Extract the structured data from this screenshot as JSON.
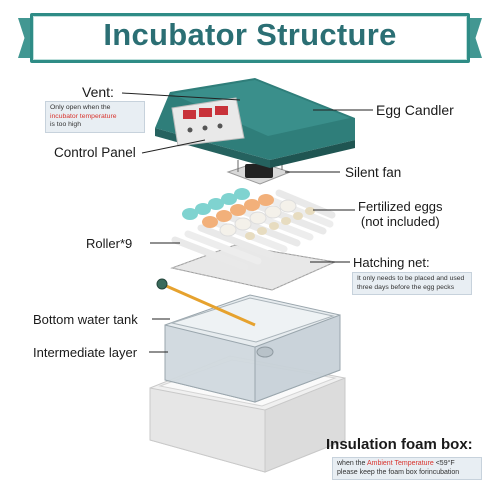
{
  "title": "Incubator Structure",
  "vent": {
    "label": "Vent:",
    "note_prefix": "Only open when the ",
    "note_highlight": "incubator temperature",
    "note_suffix": " is too high"
  },
  "egg_candler": {
    "label": "Egg Candler"
  },
  "control_panel": {
    "label": "Control Panel"
  },
  "silent_fan": {
    "label": "Silent fan"
  },
  "fertilized_eggs": {
    "label_line1": "Fertilized eggs",
    "label_line2": "(not included)"
  },
  "roller": {
    "label": "Roller*9"
  },
  "hatching_net": {
    "label": "Hatching net:",
    "note_line1": "It only needs to be placed and used",
    "note_line2": "three days before the egg pecks"
  },
  "bottom_water_tank": {
    "label": "Bottom water tank"
  },
  "intermediate_layer": {
    "label": "Intermediate layer"
  },
  "insulation": {
    "label": "Insulation foam box:",
    "note_prefix": "when the ",
    "note_highlight": "Ambient Temperature",
    "note_suffix": " <59°F",
    "note_line2": "please keep the foam box forincubation"
  },
  "colors": {
    "teal": "#2e8c86",
    "title_text": "#2b6f74",
    "highlight": "#d8342e",
    "lid": "#2f7e7a",
    "egg_orange": "#f2b07a",
    "egg_blue": "#7fd3d0"
  }
}
